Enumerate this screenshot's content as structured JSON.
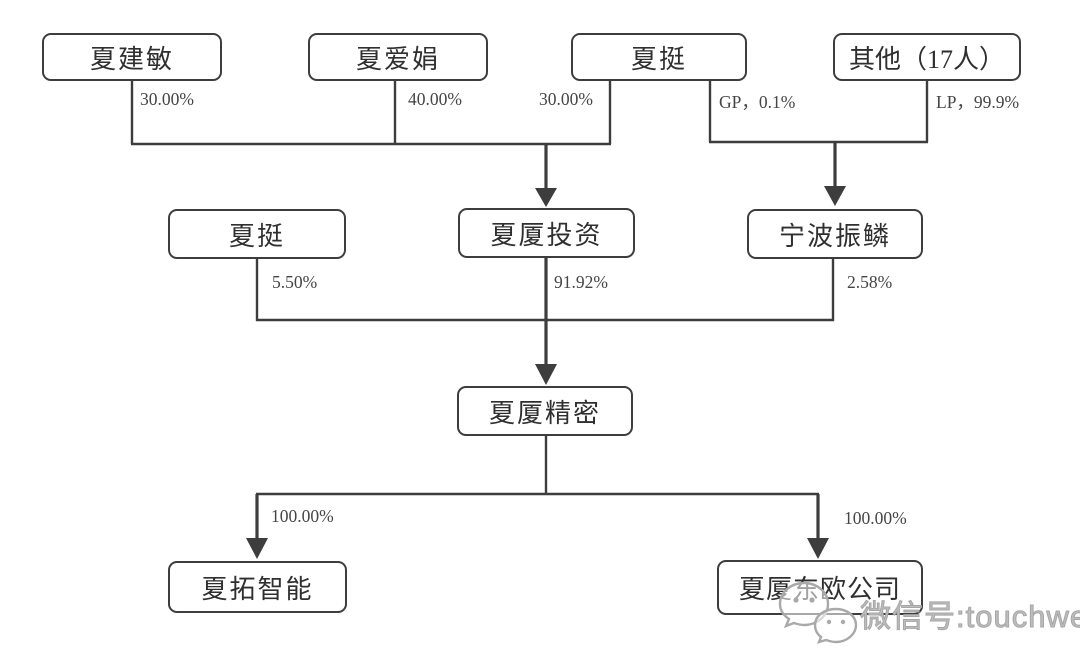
{
  "diagram": {
    "title": "ownership-structure-chart",
    "nodes": {
      "xia_jianmin": "夏建敏",
      "xia_aijuan": "夏爱娟",
      "xia_ting_top": "夏挺",
      "qita": "其他（17人）",
      "xia_ting_mid": "夏挺",
      "xiaxia_touzi": "夏厦投资",
      "ningbo_zhenlin": "宁波振鳞",
      "xiaxia_jingmi": "夏厦精密",
      "xiatuo_zhineng": "夏拓智能",
      "xiaxia_dongou": "夏厦东欧公司"
    },
    "edge_labels": {
      "jianmin_to_touzi": "30.00%",
      "aijuan_to_touzi": "40.00%",
      "ting_to_touzi": "30.00%",
      "ting_to_zhenlin": "GP，0.1%",
      "qita_to_zhenlin": "LP，99.9%",
      "ting_to_jingmi": "5.50%",
      "touzi_to_jingmi": "91.92%",
      "zhenlin_to_jingmi": "2.58%",
      "jingmi_to_xiatuo": "100.00%",
      "jingmi_to_dongou": "100.00%"
    },
    "edges": [
      {
        "from": "夏建敏",
        "to": "夏厦投资",
        "label": "30.00%"
      },
      {
        "from": "夏爱娟",
        "to": "夏厦投资",
        "label": "40.00%"
      },
      {
        "from": "夏挺",
        "to": "夏厦投资",
        "label": "30.00%"
      },
      {
        "from": "夏挺",
        "to": "宁波振鳞",
        "label": "GP，0.1%"
      },
      {
        "from": "其他（17人）",
        "to": "宁波振鳞",
        "label": "LP，99.9%"
      },
      {
        "from": "夏挺",
        "to": "夏厦精密",
        "label": "5.50%"
      },
      {
        "from": "夏厦投资",
        "to": "夏厦精密",
        "label": "91.92%"
      },
      {
        "from": "宁波振鳞",
        "to": "夏厦精密",
        "label": "2.58%"
      },
      {
        "from": "夏厦精密",
        "to": "夏拓智能",
        "label": "100.00%"
      },
      {
        "from": "夏厦精密",
        "to": "夏厦东欧公司",
        "label": "100.00%"
      }
    ]
  },
  "watermark": {
    "text": "微信号:touchweb",
    "icon": "wechat-chat-bubbles"
  },
  "colors": {
    "line": "#3d3d3d",
    "box_border": "#3d3d3d",
    "box_bg": "#ffffff",
    "node_text": "#2f2f2f",
    "label_text": "#454545",
    "watermark": "#bdbdbd",
    "background": "#ffffff"
  }
}
